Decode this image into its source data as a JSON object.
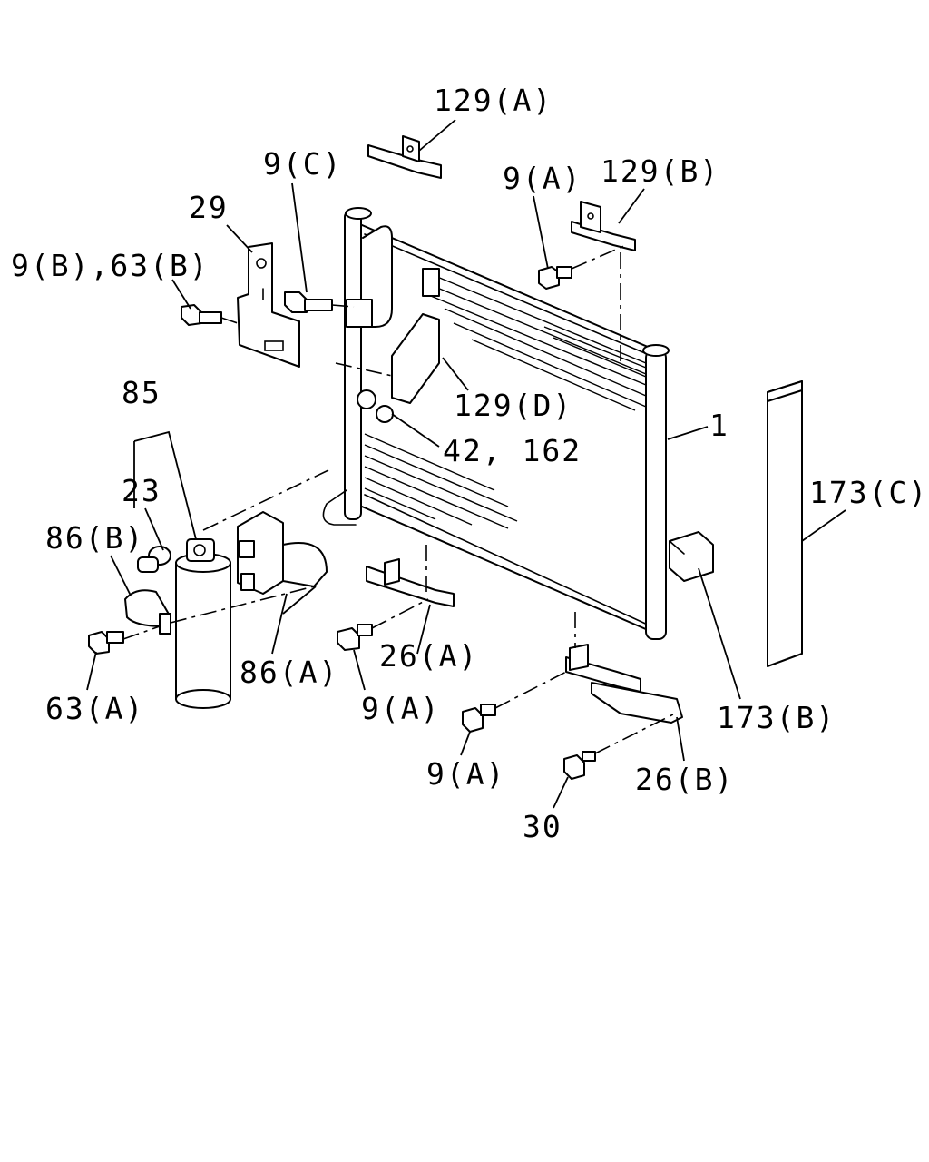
{
  "labels": {
    "p129A": "129(A)",
    "p129B": "129(B)",
    "p129D": "129(D)",
    "p9C": "9(C)",
    "p9A_top": "9(A)",
    "p29": "29",
    "p9B63B": "9(B),63(B)",
    "p85": "85",
    "p23": "23",
    "p86B": "86(B)",
    "p86A": "86(A)",
    "p63A": "63(A)",
    "p42162": "42, 162",
    "p1": "1",
    "p173C": "173(C)",
    "p173B": "173(B)",
    "p26A": "26(A)",
    "p9A_mid": "9(A)",
    "p9A_low": "9(A)",
    "p26B": "26(B)",
    "p30": "30"
  }
}
